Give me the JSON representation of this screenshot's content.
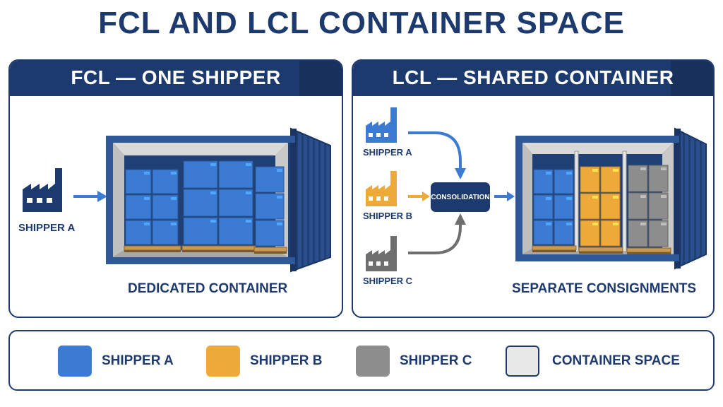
{
  "title": "FCL AND LCL CONTAINER SPACE",
  "fcl": {
    "heading": "FCL — ONE SHIPPER",
    "shipper_label": "SHIPPER A",
    "caption": "DEDICATED CONTAINER"
  },
  "lcl": {
    "heading": "LCL — SHARED CONTAINER",
    "shippers": [
      "SHIPPER A",
      "SHIPPER B",
      "SHIPPER C"
    ],
    "consolidation": "CONSOLIDATION",
    "caption": "SEPARATE CONSIGNMENTS"
  },
  "legend": [
    {
      "label": "SHIPPER A",
      "color": "#3b7bd4"
    },
    {
      "label": "SHIPPER B",
      "color": "#eda93a"
    },
    {
      "label": "SHIPPER C",
      "color": "#8d8d8d"
    },
    {
      "label": "CONTAINER SPACE",
      "color": "#e8e8e8"
    }
  ],
  "colors": {
    "navy": "#1d3a6e",
    "shipper_a": "#3b7bd4",
    "shipper_b": "#eda93a",
    "shipper_c": "#8d8d8d",
    "container": "#2a4f8c",
    "pallet": "#c99a55"
  },
  "icons": [
    "factory-icon",
    "arrow-right-icon",
    "curved-arrow-icon",
    "container-icon",
    "pallet-icon"
  ]
}
